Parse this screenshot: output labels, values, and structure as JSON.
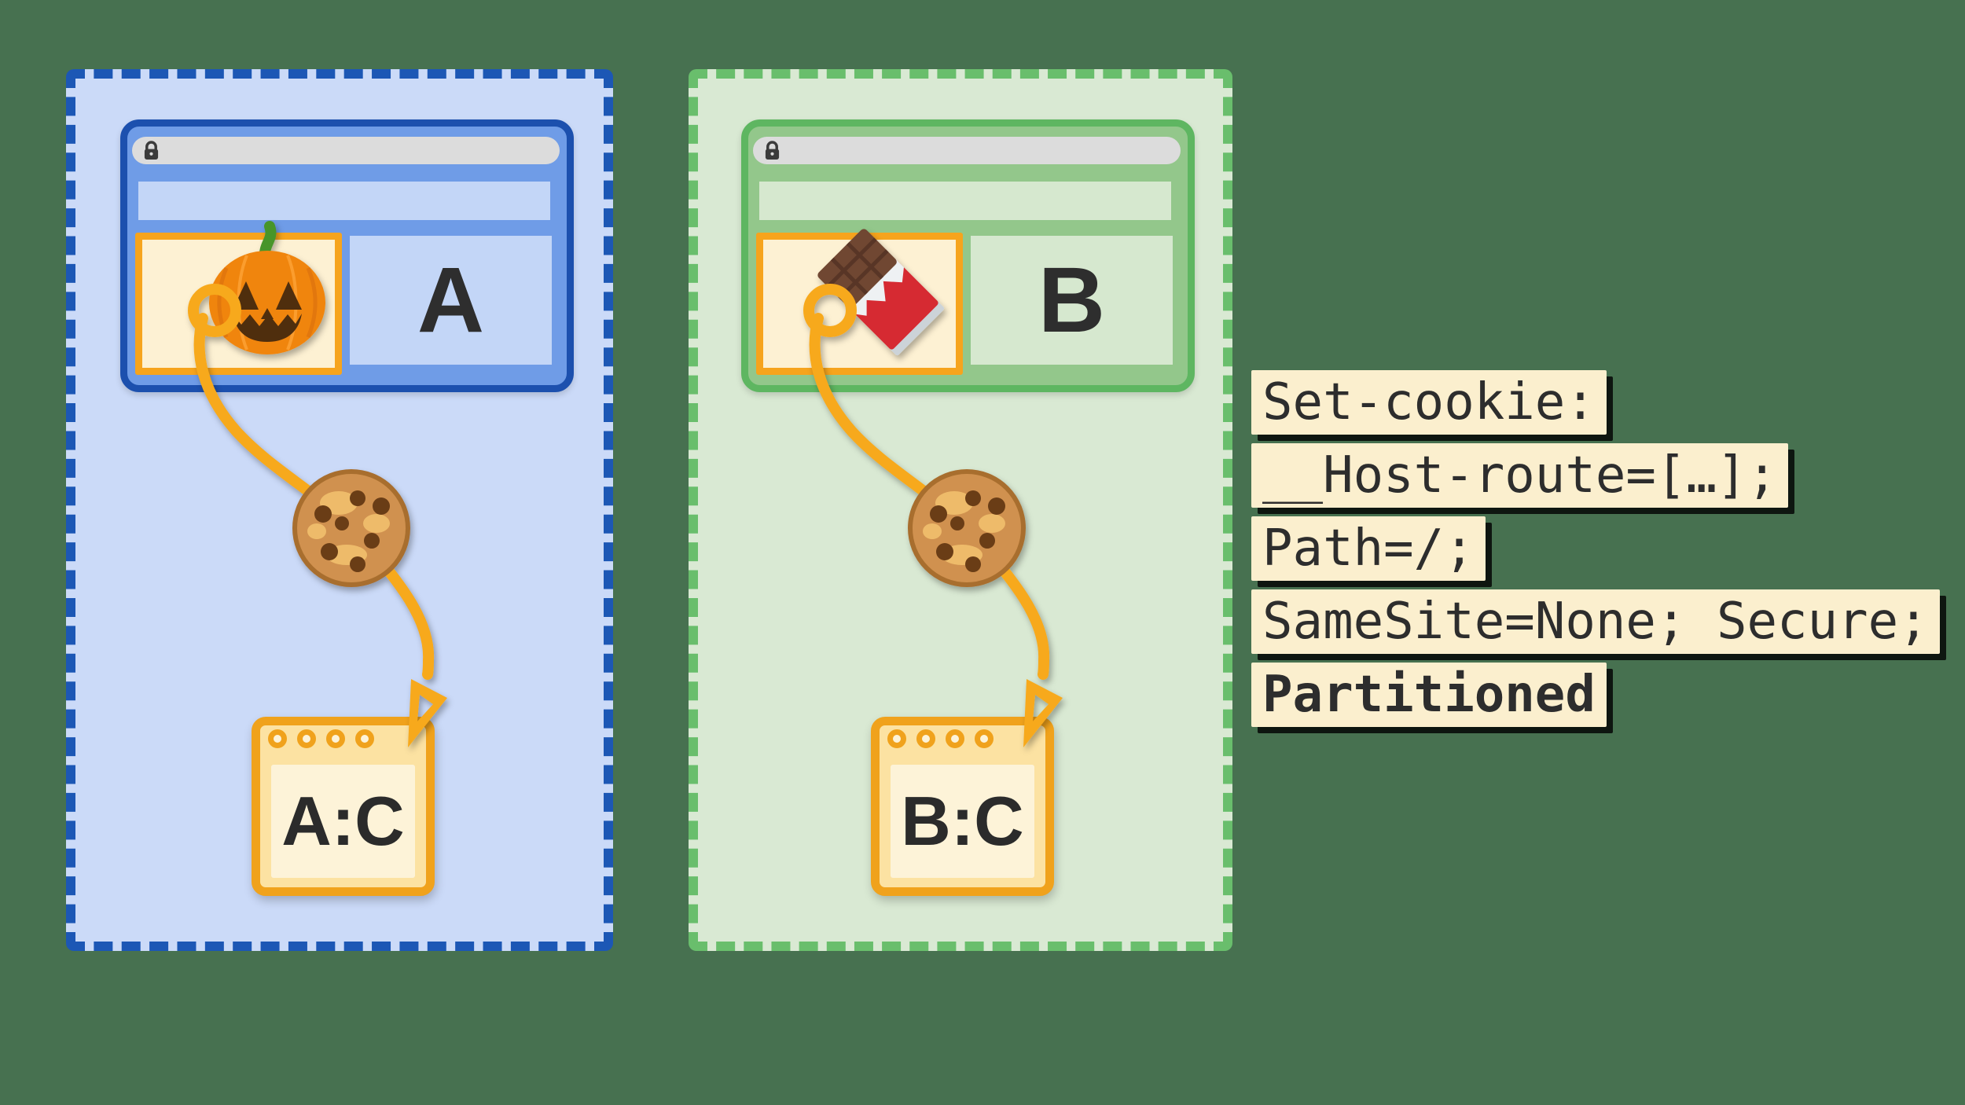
{
  "css_vars": {
    "--bg": "#477150",
    "--blue-part-bg": "#cbdaf8",
    "--blue-dash": "#1c57b5",
    "--blue-win": "#6f9ce7",
    "--blue-win-border": "#1c50ae",
    "--blue-strip": "#c3d6f7",
    "--green-part-bg": "#d9e9d3",
    "--green-dash": "#69be6c",
    "--green-win": "#93c78b",
    "--green-win-border": "#5eb661",
    "--green-strip": "#d6e8cf",
    "--orange": "#f6a41d",
    "--cream": "#fdf1d3",
    "--jar-border": "#f0a21c",
    "--jar-top": "#fce2a2",
    "--jar-panel": "#fdf3d8",
    "--urlbar": "#dcdcdc",
    "--lock": "#3b3b3b",
    "--ink": "#2e2e2e",
    "--code-bg": "#fbefce",
    "--code-ink": "#2d2d2d"
  },
  "partitions": [
    {
      "name": "site-a-partition",
      "site_label": "A",
      "jar_label": "A:C",
      "iframe_icon": "pumpkin-icon",
      "cookie_icon": "cookie-icon",
      "theme_color": "#1c57b5"
    },
    {
      "name": "site-b-partition",
      "site_label": "B",
      "jar_label": "B:C",
      "iframe_icon": "chocolate-bar-icon",
      "cookie_icon": "cookie-icon",
      "theme_color": "#69be6c"
    }
  ],
  "browser_chrome": {
    "url_bar_icon": "lock-icon"
  },
  "flow": {
    "path_color": "#f7a91c",
    "elements": [
      "anchor-ring-icon",
      "cookie-icon",
      "arrowhead-icon"
    ]
  },
  "code_block": {
    "lines": [
      {
        "text": "Set-cookie:",
        "bold": false
      },
      {
        "text": "__Host-route=[…];",
        "bold": false
      },
      {
        "text": "Path=/;",
        "bold": false
      },
      {
        "text": "SameSite=None; Secure;",
        "bold": false
      },
      {
        "text": "Partitioned",
        "bold": true
      }
    ]
  }
}
